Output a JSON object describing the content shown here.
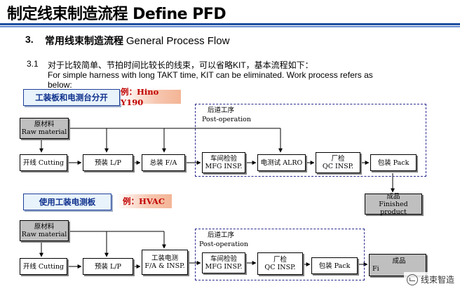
{
  "header": {
    "title": "制定线束制造流程 Define PFD"
  },
  "section": {
    "number": "3.",
    "title_cn": "常用线束制造流程",
    "title_en": "General Process Flow"
  },
  "intro": {
    "number": "3.1",
    "line_cn": "对于比较简单、节拍时间比较长的线束，可以省略KIT，基本流程如下：",
    "line_en1": "For simple harness with long TAKT time, KIT can be eliminated. Work process refers as",
    "line_en2": "below:"
  },
  "flow1": {
    "tag": "工装板和电测台分开",
    "example": "例：Hino Y190",
    "post_cn": "后道工序",
    "post_en": "Post-operation",
    "raw": {
      "l1": "原材料",
      "l2": "Raw material"
    },
    "cutting": "开线 Cutting",
    "lp": "预装 L/P",
    "fa": "总装 F/A",
    "mfg": {
      "l1": "车间检验",
      "l2": "MFG INSP."
    },
    "alro": "电测试 ALRO",
    "qc": {
      "l1": "厂检",
      "l2": "QC INSP."
    },
    "pack": "包装 Pack",
    "finished": {
      "l1": "成品",
      "l2": "Finished product"
    }
  },
  "flow2": {
    "tag": "使用工装电测板",
    "example": "例：HVAC",
    "post_cn": "后道工序",
    "post_en": "Post-operation",
    "raw": {
      "l1": "原材料",
      "l2": "Raw material"
    },
    "cutting": "开线 Cutting",
    "lp": "预装 L/P",
    "fa": {
      "l1": "工装电测",
      "l2": "F/A & INSP."
    },
    "mfg": {
      "l1": "车间检验",
      "l2": "MFG INSP."
    },
    "qc": {
      "l1": "厂检",
      "l2": "QC INSP."
    },
    "pack": "包装 Pack",
    "finished": {
      "l1": "成品",
      "l2": "Fi"
    }
  },
  "watermark": {
    "icon": "wechat-icon",
    "text": "线束智造"
  }
}
